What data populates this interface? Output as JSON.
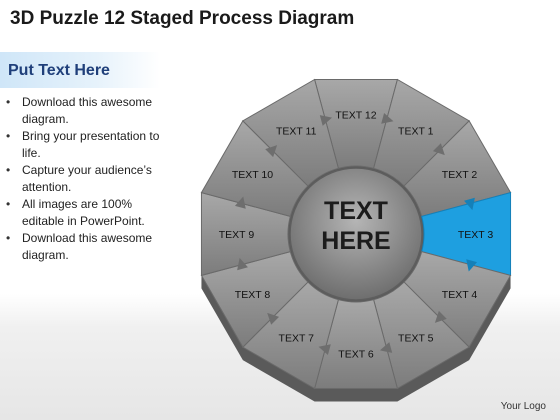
{
  "header": {
    "title": "3D Puzzle 12 Staged Process Diagram",
    "subtitle": "Put Text Here"
  },
  "bullets": [
    "Download this awesome diagram.",
    "Bring your presentation to life.",
    "Capture your audience’s attention.",
    "All images are 100% editable in PowerPoint.",
    "Download this awesome diagram."
  ],
  "diagram": {
    "center_line1": "TEXT",
    "center_line2": "HERE",
    "highlight_color": "#1e9fe0",
    "segment_color": "#8a8a8a",
    "segments": [
      {
        "label": "TEXT 12",
        "highlight": false
      },
      {
        "label": "TEXT 1",
        "highlight": false
      },
      {
        "label": "TEXT 2",
        "highlight": false
      },
      {
        "label": "TEXT 3",
        "highlight": true
      },
      {
        "label": "TEXT 4",
        "highlight": false
      },
      {
        "label": "TEXT 5",
        "highlight": false
      },
      {
        "label": "TEXT 6",
        "highlight": false
      },
      {
        "label": "TEXT 7",
        "highlight": false
      },
      {
        "label": "TEXT 8",
        "highlight": false
      },
      {
        "label": "TEXT 9",
        "highlight": false
      },
      {
        "label": "TEXT 10",
        "highlight": false
      },
      {
        "label": "TEXT 11",
        "highlight": false
      }
    ]
  },
  "footer": {
    "logo": "Your Logo"
  }
}
